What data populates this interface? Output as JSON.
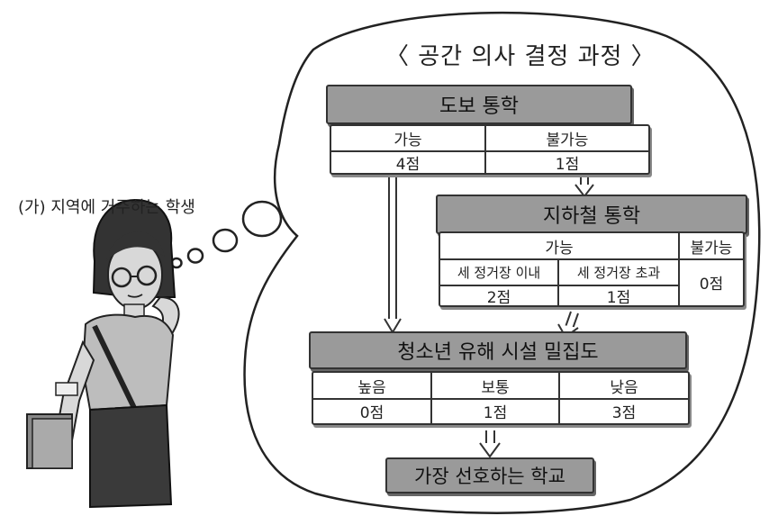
{
  "title": "〈 공간 의사 결정 과정 〉",
  "student_caption": "(가) 지역에 거주하는 학생",
  "step1": {
    "header": "도보 통학",
    "options": [
      {
        "label": "가능",
        "score": "4점"
      },
      {
        "label": "불가능",
        "score": "1점"
      }
    ]
  },
  "step2": {
    "header": "지하철 통학",
    "possible_label": "가능",
    "sub_options": [
      {
        "label": "세 정거장 이내",
        "score": "2점"
      },
      {
        "label": "세 정거장 초과",
        "score": "1점"
      }
    ],
    "impossible": {
      "label": "불가능",
      "score": "0점"
    }
  },
  "step3": {
    "header": "청소년 유해 시설 밀집도",
    "options": [
      {
        "label": "높음",
        "score": "0점"
      },
      {
        "label": "보통",
        "score": "1점"
      },
      {
        "label": "낮음",
        "score": "3점"
      }
    ]
  },
  "result": "가장 선호하는 학교",
  "colors": {
    "header_fill": "#9a9a9a",
    "outline": "#333333",
    "bubble": "#ffffff"
  },
  "illustration": "student-thinking-icon"
}
